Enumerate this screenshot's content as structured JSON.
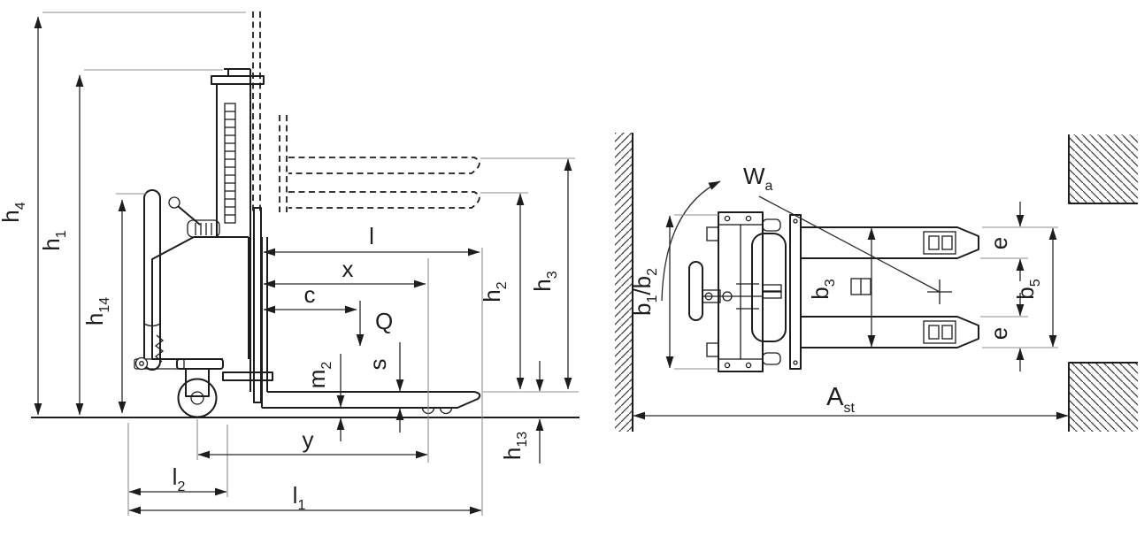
{
  "diagram": {
    "colors": {
      "background": "#ffffff",
      "line": "#1d1d1d",
      "dimension": "#2a2a2a",
      "extension": "#8c8c8c"
    },
    "side_view": {
      "dims": {
        "h4": {
          "base": "h",
          "sub": "4"
        },
        "h1": {
          "base": "h",
          "sub": "1"
        },
        "h14": {
          "base": "h",
          "sub": "14"
        },
        "l": {
          "base": "l"
        },
        "x": {
          "base": "x"
        },
        "c": {
          "base": "c"
        },
        "load": {
          "base": "Q"
        },
        "m2": {
          "base": "m",
          "sub": "2"
        },
        "s": {
          "base": "s"
        },
        "h2": {
          "base": "h",
          "sub": "2"
        },
        "h3": {
          "base": "h",
          "sub": "3"
        },
        "h13": {
          "base": "h",
          "sub": "13"
        },
        "y": {
          "base": "y"
        },
        "l2": {
          "base": "l",
          "sub": "2"
        },
        "l1": {
          "base": "l",
          "sub": "1"
        }
      }
    },
    "top_view": {
      "dims": {
        "wa": {
          "base": "W",
          "sub": "a"
        },
        "b1b2": {
          "base": "b",
          "sub": "1",
          "base2": "/b",
          "sub2": "2"
        },
        "b3": {
          "base": "b",
          "sub": "3"
        },
        "e": {
          "base": "e"
        },
        "b5": {
          "base": "b",
          "sub": "5"
        },
        "ast": {
          "base": "A",
          "sub": "st"
        }
      }
    }
  }
}
